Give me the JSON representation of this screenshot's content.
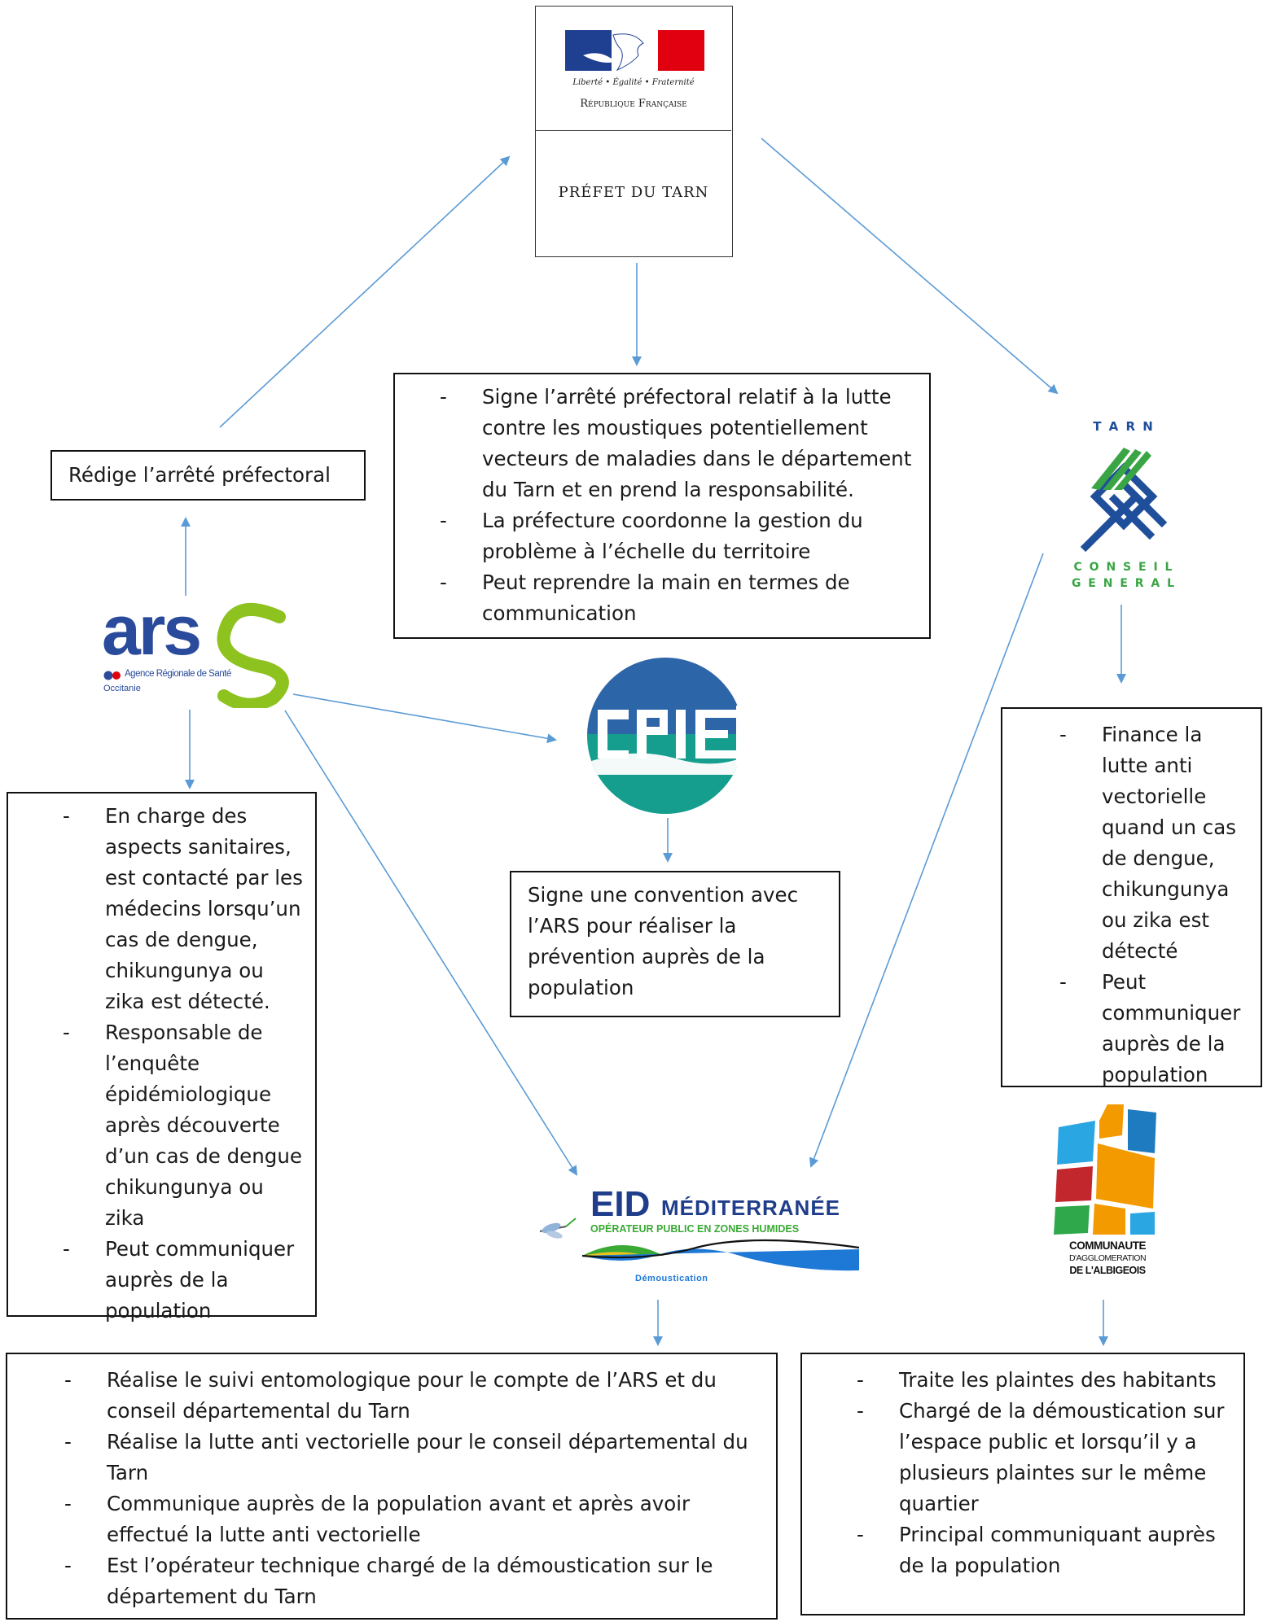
{
  "prefet": {
    "motto": "Liberté • Égalité • Fraternité",
    "republique": "République Française",
    "title": "PRÉFET DU TARN"
  },
  "prefet_box": {
    "items": [
      "Signe l’arrêté préfectoral relatif à la lutte contre les moustiques potentiellement vecteurs de maladies dans le département du Tarn et en prend la responsabilité.",
      "La préfecture coordonne la gestion du problème à l’échelle du territoire",
      "Peut reprendre la main en termes de communication"
    ]
  },
  "redige_box": {
    "text": "Rédige l’arrêté préfectoral"
  },
  "ars_logo": {
    "letters": "ars",
    "tagline": "Agence Régionale de Santé",
    "region": "Occitanie"
  },
  "ars_box": {
    "items": [
      "En charge des aspects sanitaires, est contacté par les médecins lorsqu’un cas de dengue, chikungunya ou zika est détecté.",
      "Responsable de l’enquête épidémiologique après découverte d’un cas de dengue chikungunya ou zika",
      "Peut communiquer auprès de la population"
    ]
  },
  "cpie_box": {
    "text": "Signe une convention avec l’ARS pour réaliser la prévention auprès de la population"
  },
  "tarn_logo": {
    "top": "T A R N",
    "line1": "C O N S E I L",
    "line2": "G E N E R A L"
  },
  "tarn_box": {
    "items": [
      "Finance la lutte anti vectorielle quand un cas de dengue, chikungunya ou zika est détecté",
      "Peut communiquer auprès de la population"
    ]
  },
  "eid_logo": {
    "name": "EID",
    "name2": "MÉDITERRANÉE",
    "subtitle": "OPÉRATEUR PUBLIC EN ZONES HUMIDES",
    "tag": "Démoustication"
  },
  "eid_box": {
    "items": [
      "Réalise le suivi entomologique pour le compte de l’ARS et du conseil départemental du Tarn",
      "Réalise la lutte anti vectorielle pour le conseil départemental du Tarn",
      "Communique auprès de la population avant et après avoir effectué la lutte anti vectorielle",
      "Est l’opérateur technique chargé de la démoustication sur le département du Tarn"
    ]
  },
  "agglo_logo": {
    "line1": "COMMUNAUTE",
    "line2": "D'AGGLOMERATION",
    "line3": "DE L'ALBIGEOIS"
  },
  "agglo_box": {
    "items": [
      "Traite les plaintes des habitants",
      "Chargé de la démoustication sur l’espace public et lorsqu’il y a plusieurs plaintes sur le même quartier",
      "Principal communiquant auprès de la population"
    ]
  },
  "colors": {
    "arrow": "#5b9bd5",
    "ars_blue": "#2a4a9b",
    "ars_green": "#8dc21f",
    "tarn_blue": "#1f4e9b",
    "tarn_green": "#3aa545",
    "cpie_blue": "#2d66a8",
    "cpie_teal": "#159e8e",
    "eid_blue": "#1f3d8a",
    "eid_green": "#3aaa35"
  }
}
